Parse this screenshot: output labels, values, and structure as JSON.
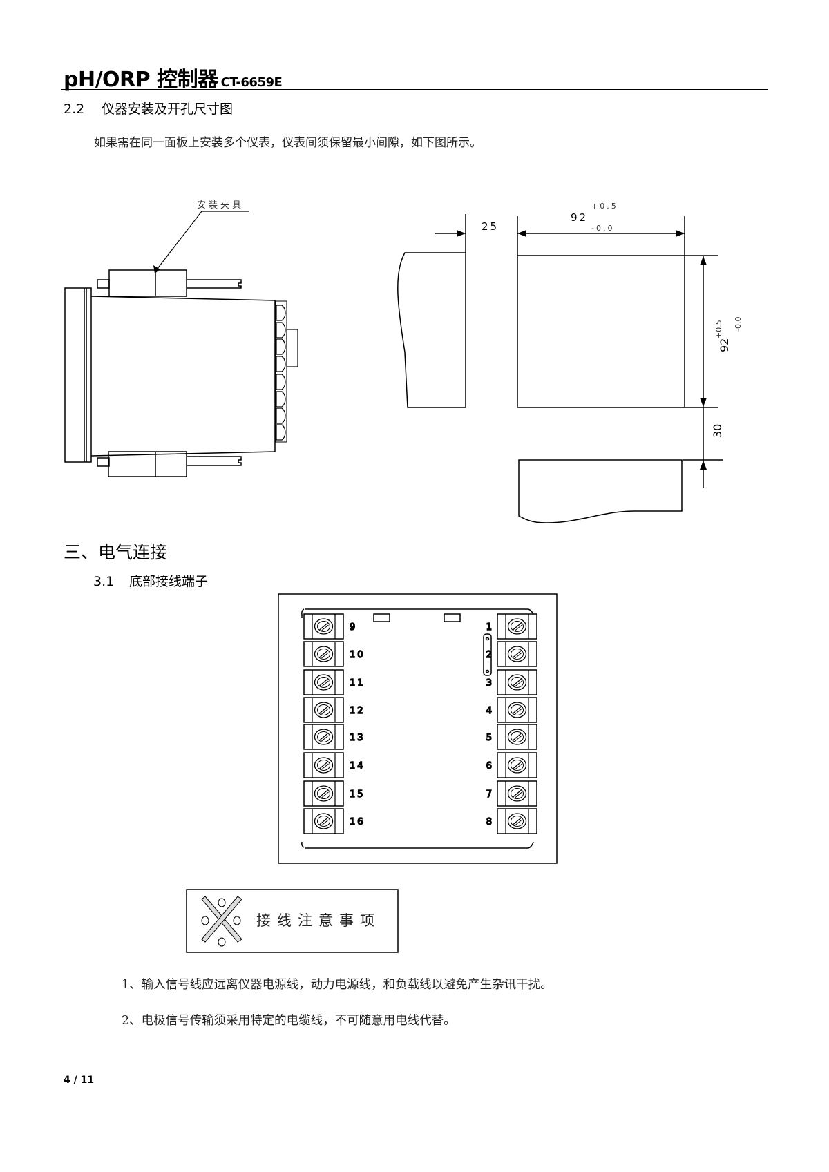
{
  "header": {
    "title": "pH/ORP 控制器",
    "model": "CT-6659E"
  },
  "section_2_2": {
    "number": "2.2",
    "title": "仪器安装及开孔尺寸图",
    "paragraph": "如果需在同一面板上安装多个仪表，仪表间须保留最小间隙，如下图所示。"
  },
  "side_view": {
    "clamp_label": "安装夹具"
  },
  "cutout_diagram": {
    "gap_horizontal": "25",
    "width": {
      "nominal": "92",
      "tol_plus": "+0.5",
      "tol_minus": "-0.0"
    },
    "height": {
      "nominal": "92",
      "tol_plus": "+0.5",
      "tol_minus": "-0.0"
    },
    "gap_vertical": "30"
  },
  "section_3": {
    "title": "三、电气连接"
  },
  "section_3_1": {
    "number": "3.1",
    "title": "底部接线端子"
  },
  "terminal_block": {
    "left_labels": [
      "9",
      "10",
      "11",
      "12",
      "13",
      "14",
      "15",
      "16"
    ],
    "right_labels": [
      "1",
      "2",
      "3",
      "4",
      "5",
      "6",
      "7",
      "8"
    ]
  },
  "wiring_notice": {
    "title": "接线注意事项",
    "items": [
      "1、输入信号线应远离仪器电源线，动力电源线，和负载线以避免产生杂讯干扰。",
      "2、电极信号传输须采用特定的电缆线，不可随意用电线代替。"
    ]
  },
  "footer": {
    "page": "4 / 11"
  }
}
